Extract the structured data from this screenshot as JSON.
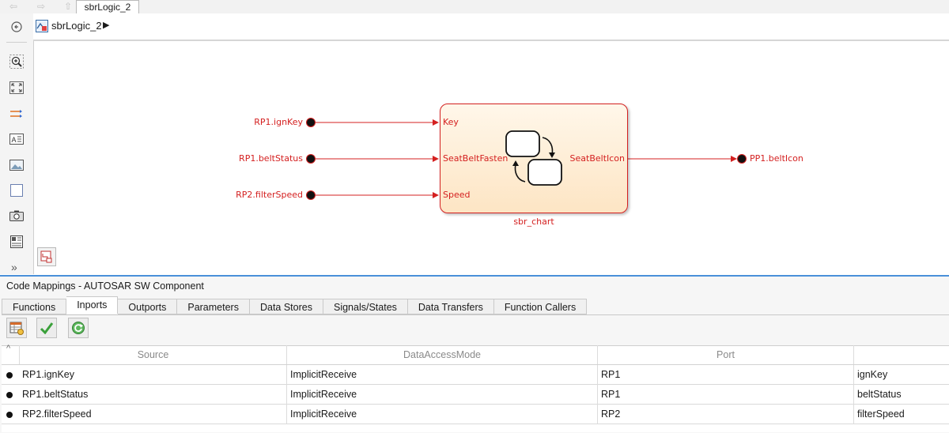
{
  "tab": {
    "model_name": "sbrLogic_2"
  },
  "nav": {
    "back_glyph": "⇦",
    "forward_glyph": "⇨",
    "up_glyph": "⇧"
  },
  "address": {
    "model_name": "sbrLogic_2",
    "arrow": "▶"
  },
  "left_toolbar": {
    "more_glyph": "»"
  },
  "diagram": {
    "inports": [
      "RP1.ignKey",
      "RP1.beltStatus",
      "RP2.filterSpeed"
    ],
    "outports": [
      "PP1.beltIcon"
    ],
    "chart": {
      "name": "sbr_chart",
      "inputs": [
        "Key",
        "SeatBeltFasten",
        "Speed"
      ],
      "outputs": [
        "SeatBeltIcon"
      ]
    },
    "colors": {
      "signal": "#d42020",
      "chart_fill": "#fde5c4",
      "chart_border": "#d42020"
    }
  },
  "code_mappings": {
    "title": "Code Mappings - AUTOSAR SW Component",
    "tabs": [
      "Functions",
      "Inports",
      "Outports",
      "Parameters",
      "Data Stores",
      "Signals/States",
      "Data Transfers",
      "Function Callers"
    ],
    "active_tab": "Inports",
    "columns": [
      "Source",
      "DataAccessMode",
      "Port",
      ""
    ],
    "sort_glyph": "^",
    "rows": [
      {
        "source": "RP1.ignKey",
        "mode": "ImplicitReceive",
        "port": "RP1",
        "element": "ignKey"
      },
      {
        "source": "RP1.beltStatus",
        "mode": "ImplicitReceive",
        "port": "RP1",
        "element": "beltStatus"
      },
      {
        "source": "RP2.filterSpeed",
        "mode": "ImplicitReceive",
        "port": "RP2",
        "element": "filterSpeed"
      }
    ]
  }
}
